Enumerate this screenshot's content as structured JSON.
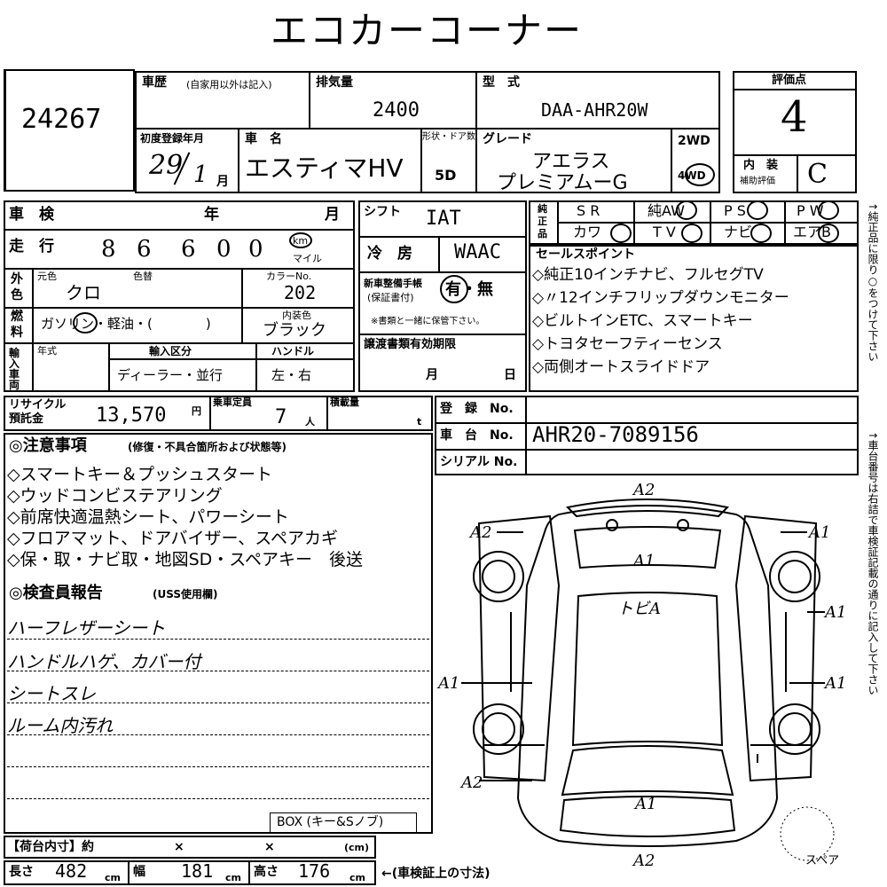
{
  "header": {
    "title": "エコカーコーナー"
  },
  "lot": {
    "number": "24267"
  },
  "vehicle": {
    "history_label": "車歴",
    "history_note": "(自家用以外は記入)",
    "displacement_label": "排気量",
    "displacement": "2400",
    "model_label": "型　式",
    "model": "DAA-AHR20W",
    "grade_score_label": "評価点",
    "grade_score": "4",
    "first_reg_label": "初度登録年月",
    "first_reg_year": "29",
    "first_reg_month": "1",
    "month_unit": "月",
    "name_label": "車　名",
    "name": "エスティマHV",
    "body_label": "形状・ドア数",
    "doors": "5D",
    "grade_label": "グレード",
    "grade_line1": "アエラス",
    "grade_line2": "プレミアムーG",
    "drive_2wd": "2WD",
    "drive_4wd": "4WD",
    "interior_label": "内　装",
    "interior_sub": "補助評価",
    "interior_score": "C"
  },
  "inspection": {
    "shaken_label": "車　検",
    "year_unit": "年",
    "month_unit": "月",
    "mileage_label": "走　行",
    "mileage_digits": [
      "8",
      "6",
      "6",
      "0",
      "0"
    ],
    "mileage_km": "km",
    "mileage_mile": "マイル",
    "shift_label": "シフト",
    "shift": "IAT",
    "ac_label": "冷　房",
    "ac": "WAAC",
    "equip_label_1": "純",
    "equip_label_2": "正",
    "equip_label_3": "品",
    "equip_row1": [
      "S R",
      "純AW",
      "P S",
      "P W"
    ],
    "equip_row2": [
      "カワ",
      "T V",
      "ナビ",
      "エアB"
    ]
  },
  "exterior": {
    "label_1": "外",
    "label_2": "色",
    "orig_label": "元色",
    "change_label": "色替",
    "color": "クロ",
    "color_no_label": "カラーNo.",
    "color_no": "202"
  },
  "new_reg": {
    "label_1": "新車整備手帳",
    "label_2": "(保証書付)",
    "choice": "有・無",
    "note": "※書類と一緒に保管下さい。"
  },
  "fuel": {
    "label_1": "燃",
    "label_2": "料",
    "options": "ガソリン・軽油・(　　　　)",
    "int_color_label": "内装色",
    "int_color": "ブラック"
  },
  "transfer": {
    "label": "譲渡書類有効期限",
    "month": "月",
    "day": "日"
  },
  "import": {
    "label": "輸入車両",
    "year_label": "年式",
    "type_label": "輸入区分",
    "type_options": "ディーラー・並行",
    "handle_label": "ハンドル",
    "handle_options": "左・右"
  },
  "sales": {
    "label": "セールスポイント",
    "items": [
      "◇純正10インチナビ、フルセグTV",
      "◇〃12インチフリップダウンモニター",
      "◇ビルトインETC、スマートキー",
      "◇トヨタセーフティーセンス",
      "◇両側オートスライドドア"
    ]
  },
  "side_note_1": "↑純正品に限り○をつけて下さい",
  "side_note_2": "↑車台番号は右詰で車検証記載の通りに記入して下さい",
  "recycle": {
    "label_1": "リサイクル",
    "label_2": "預託金",
    "value": "13,570",
    "unit": "円",
    "cap_label": "乗車定員",
    "cap": "7",
    "cap_unit": "人",
    "load_label": "積載量",
    "load_unit": "t"
  },
  "registration": {
    "reg_label": "登　録　No.",
    "chassis_label": "車　台　No.",
    "chassis": "AHR20-7089156",
    "serial_label": "シリアル No."
  },
  "notes": {
    "label": "◎注意事項",
    "sub": "(修復・不具合箇所および状態等)",
    "items": [
      "◇スマートキー＆プッシュスタート",
      "◇ウッドコンビステアリング",
      "◇前席快適温熱シート、パワーシート",
      "◇フロアマット、ドアバイザー、スペアカギ",
      "◇保・取・ナビ取・地図SD・スペアキー　後送"
    ]
  },
  "inspector": {
    "label": "◎検査員報告",
    "sub": "(USS使用欄)",
    "items": [
      "ハーフレザーシート",
      "ハンドルハゲ、カバー付",
      "シートスレ",
      "ルーム内汚れ"
    ]
  },
  "box_note": "BOX (キー&Sノブ)",
  "cargo": {
    "label": "【荷台内寸】約",
    "x1": "×",
    "x2": "×",
    "unit": "(cm)"
  },
  "dims": {
    "len_label": "長さ",
    "len": "482",
    "wid_label": "幅",
    "wid": "181",
    "hei_label": "高さ",
    "hei": "176",
    "unit": "cm",
    "note": "←(車検証上の寸法)"
  },
  "diagram": {
    "marks": [
      "A2",
      "A2",
      "A1",
      "A1",
      "トビA",
      "A1",
      "A1",
      "A1",
      "A2",
      "A1",
      "A2"
    ],
    "spare": "スペア"
  }
}
